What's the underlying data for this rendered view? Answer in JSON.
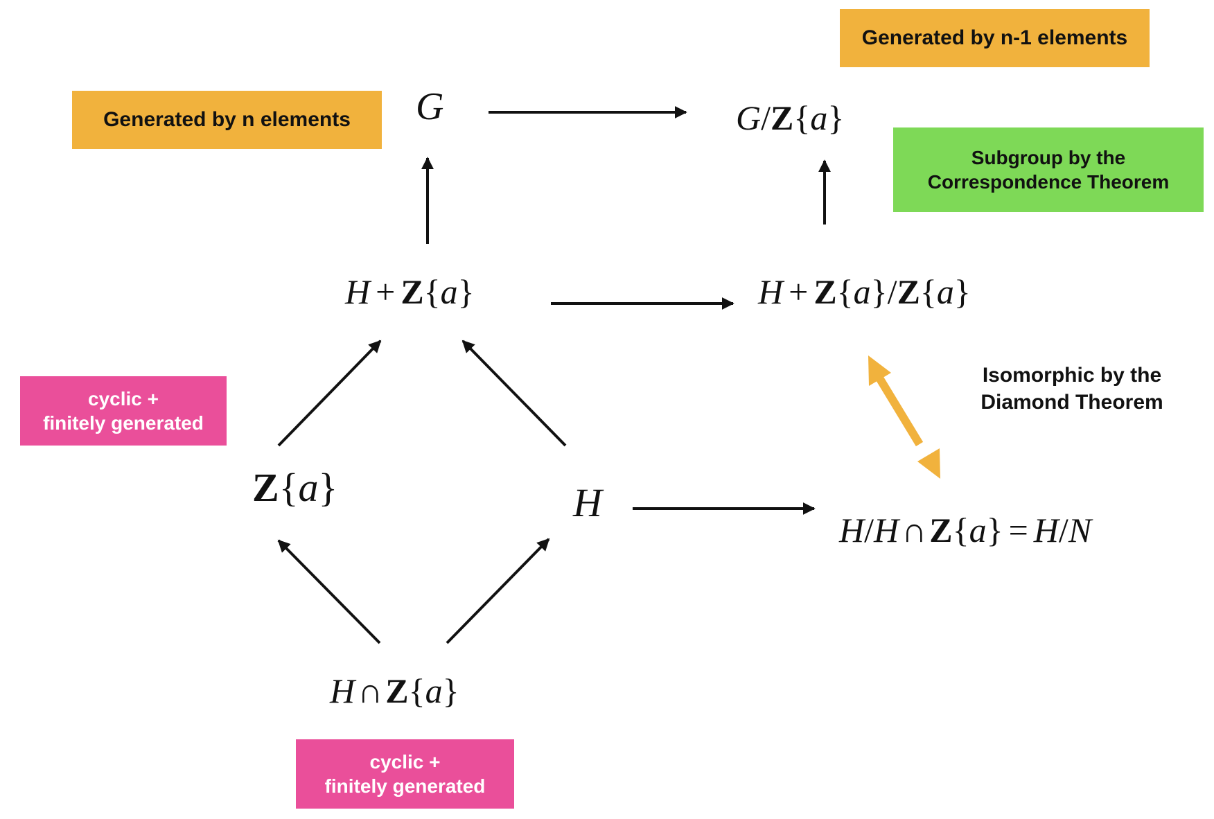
{
  "nodes": {
    "G": "G",
    "quotient_G": "G/Z{a}",
    "H_plus_Z": "H + Z{a}",
    "H_plus_Z_quotient": "H + Z{a}/Z{a}",
    "Z_a": "Z{a}",
    "H": "H",
    "H_quotient": "H/H ∩ Z{a} = H/N",
    "H_cap_Z": "H ∩ Z{a}"
  },
  "labels": {
    "generated_n": "Generated by n elements",
    "generated_n_minus_1": "Generated by n-1 elements",
    "subgroup_correspondence": [
      "Subgroup by the",
      "Correspondence Theorem"
    ],
    "isomorphic_diamond": [
      "Isomorphic by the",
      "Diamond Theorem"
    ],
    "cyclic_left": [
      "cyclic +",
      "finitely generated"
    ],
    "cyclic_bottom": [
      "cyclic +",
      "finitely generated"
    ]
  },
  "colors": {
    "orange": "#f1b23d",
    "green": "#7ed957",
    "pink": "#ea4f9a",
    "arrow": "#111111",
    "iso_arrow": "#f1b23d"
  }
}
